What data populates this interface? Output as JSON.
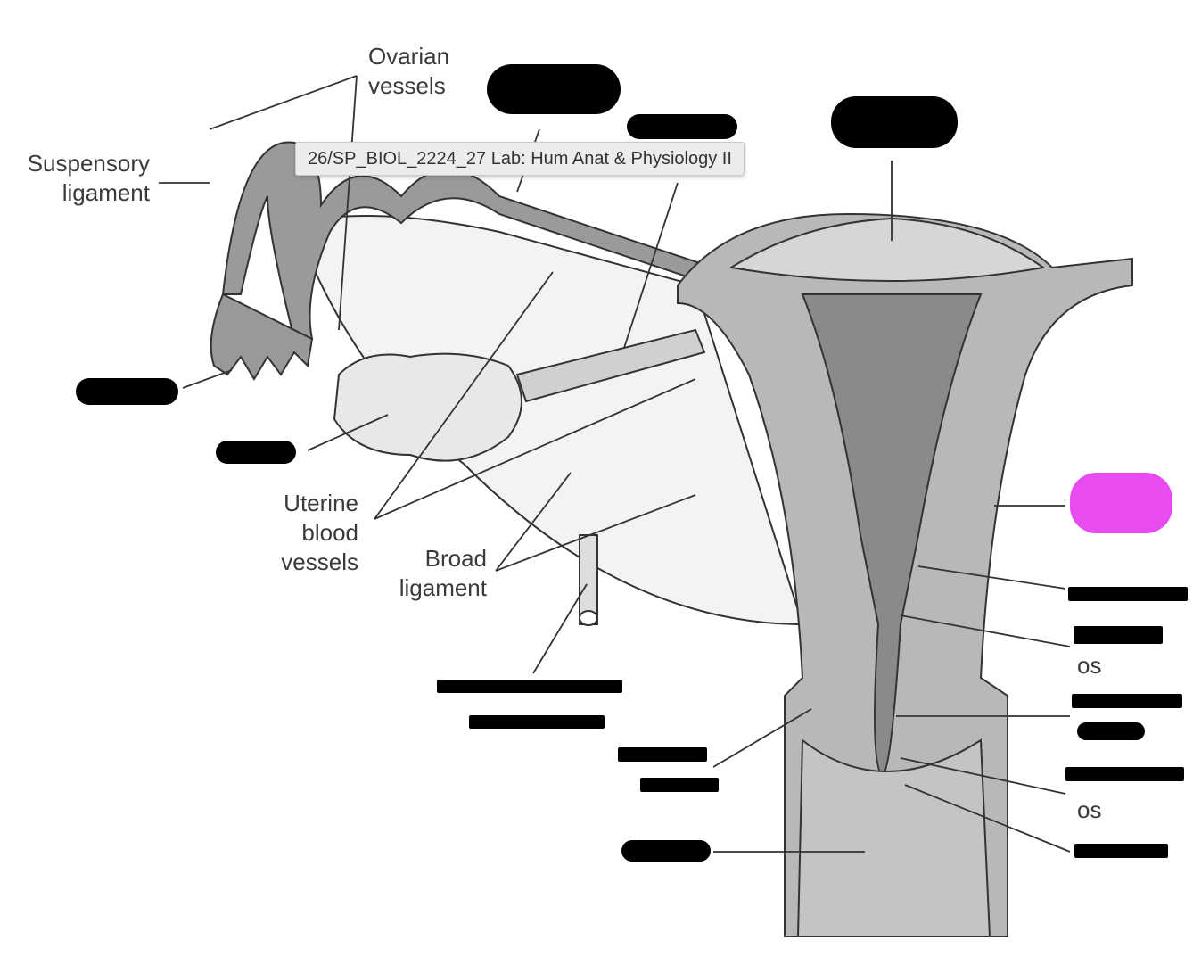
{
  "tooltip": "26/SP_BIOL_2224_27 Lab: Hum Anat & Physiology II",
  "labels": {
    "ovarian_vessels": [
      "Ovarian",
      "vessels"
    ],
    "suspensory_ligament": [
      "Suspensory",
      "ligament"
    ],
    "uterine_blood_vessels": [
      "Uterine",
      "blood",
      "vessels"
    ],
    "broad_ligament": [
      "Broad",
      "ligament"
    ],
    "internal_os_suffix": "os",
    "external_os_suffix": "os"
  },
  "colors": {
    "redaction": "#000000",
    "highlight": "#e84cf0",
    "tissue": "#b8b8b8",
    "cavity": "#8a8a8a"
  }
}
